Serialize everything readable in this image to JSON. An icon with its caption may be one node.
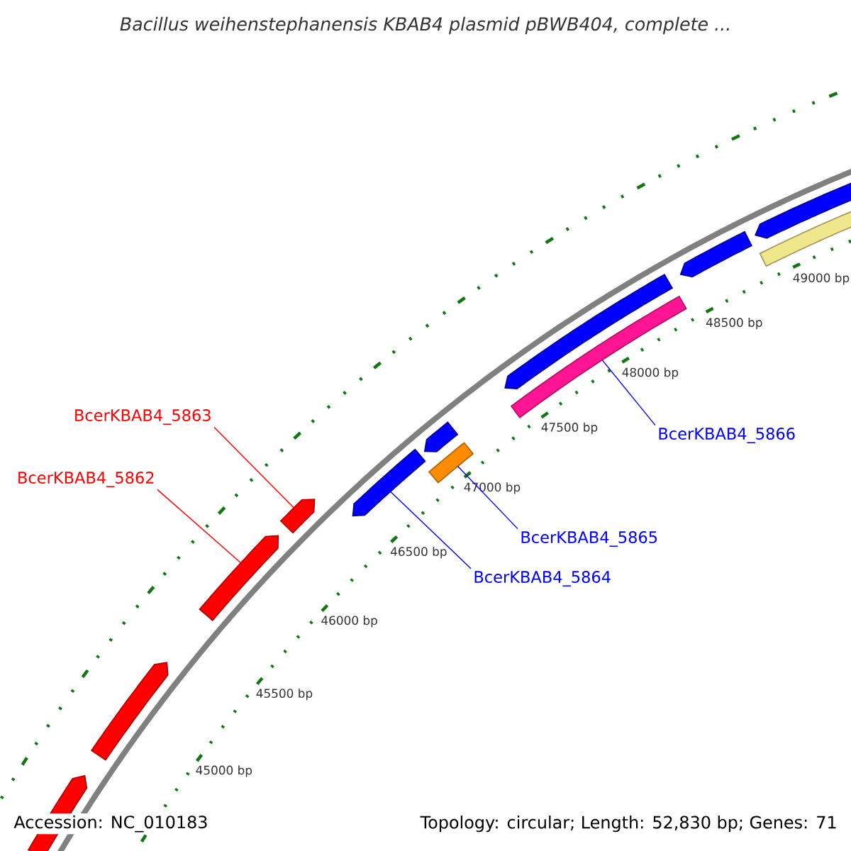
{
  "diagram": {
    "title": "Bacillus weihenstephanensis KBAB4 plasmid pBWB404, complete ...",
    "nodes": [
      {
        "text": [
          "BcerKBAB4_5863"
        ]
      },
      {
        "text": [
          "BcerKBAB4_5866"
        ]
      },
      {
        "text": [
          "BcerKBAB4_5862"
        ]
      },
      {
        "text": [
          "BcerKBAB4_5865"
        ]
      },
      {
        "text": [
          "BcerKBAB4_5864"
        ]
      },
      {
        "text": [],
        "shape": "arrow"
      },
      {
        "text": [],
        "shape": "arrow"
      },
      {
        "text": [],
        "shape": "arrow"
      },
      {
        "text": [],
        "shape": "arrow"
      },
      {
        "text": [],
        "shape": "arrow"
      },
      {
        "text": [],
        "shape": "arrow"
      },
      {
        "text": [],
        "shape": "bar"
      },
      {
        "text": [],
        "shape": "arrow"
      },
      {
        "text": [],
        "shape": "bar"
      },
      {
        "text": [],
        "shape": "arrow"
      },
      {
        "text": [],
        "shape": "arrow"
      },
      {
        "text": [],
        "shape": "bar"
      }
    ],
    "edges": [
      {
        "from": 0,
        "to": 8,
        "arrow": "none",
        "color": "#ff0000"
      },
      {
        "from": 2,
        "to": 7,
        "arrow": "none",
        "color": "#ff0000"
      },
      {
        "from": 1,
        "to": 13,
        "arrow": "none"
      },
      {
        "from": 3,
        "to": 11,
        "arrow": "none"
      },
      {
        "from": 4,
        "to": 9,
        "arrow": "none"
      }
    ],
    "labels": [
      "49000 bp",
      "48500 bp",
      "48000 bp",
      "47500 bp",
      "47000 bp",
      "46500 bp",
      "46000 bp",
      "45500 bp",
      "45000 bp",
      "Accession: NC_010183",
      "Topology: circular; Length: 52,830 bp; Genes: 71"
    ]
  }
}
